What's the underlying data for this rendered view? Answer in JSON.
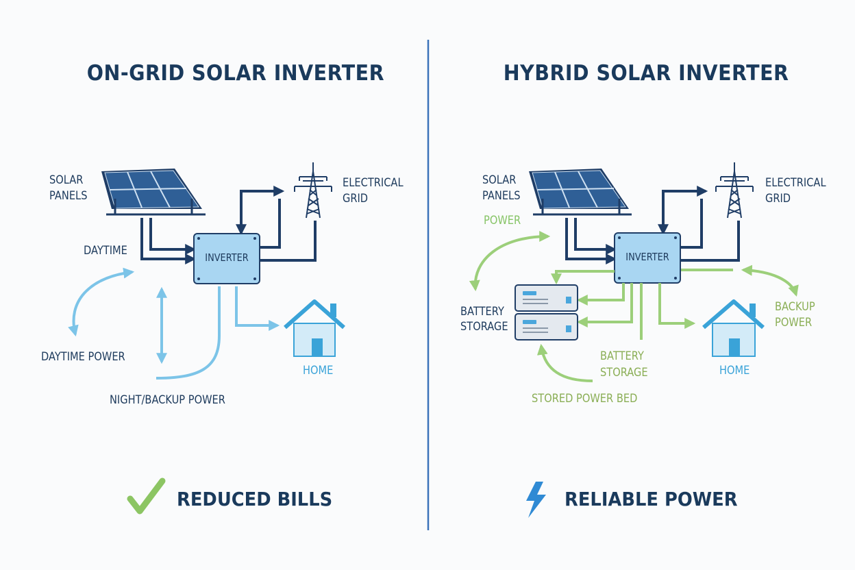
{
  "left": {
    "title": "ON-GRID SOLAR INVERTER",
    "labels": {
      "solar_panels": [
        "SOLAR",
        "PANELS"
      ],
      "electrical_grid": [
        "ELECTRICAL",
        "GRID"
      ],
      "inverter": "INVERTER",
      "daytime": "DAYTIME",
      "daytime_power": "DAYTIME POWER",
      "night_backup_power": "NIGHT/BACKUP POWER",
      "home": "HOME"
    },
    "footer": {
      "icon": "checkmark-icon",
      "text": "REDUCED BILLS"
    }
  },
  "right": {
    "title": "HYBRID SOLAR INVERTER",
    "labels": {
      "solar_panels": [
        "SOLAR",
        "PANELS"
      ],
      "electrical_grid": [
        "ELECTRICAL",
        "GRID"
      ],
      "inverter": "INVERTER",
      "power": "POWER",
      "battery_storage_left": [
        "BATTERY",
        "STORAGE"
      ],
      "battery_storage_center": [
        "BATTERY",
        "STORAGE"
      ],
      "backup_power": [
        "BACKUP",
        "POWER"
      ],
      "stored_power": "STORED POWER BED",
      "home": "HOME"
    },
    "footer": {
      "icon": "lightning-bolt-icon",
      "text": "RELIABLE POWER"
    }
  },
  "colors": {
    "navy": "#1d3a5c",
    "light_blue": "#7cc4e8",
    "green": "#9ccf7a",
    "divider": "#3b73b9"
  }
}
